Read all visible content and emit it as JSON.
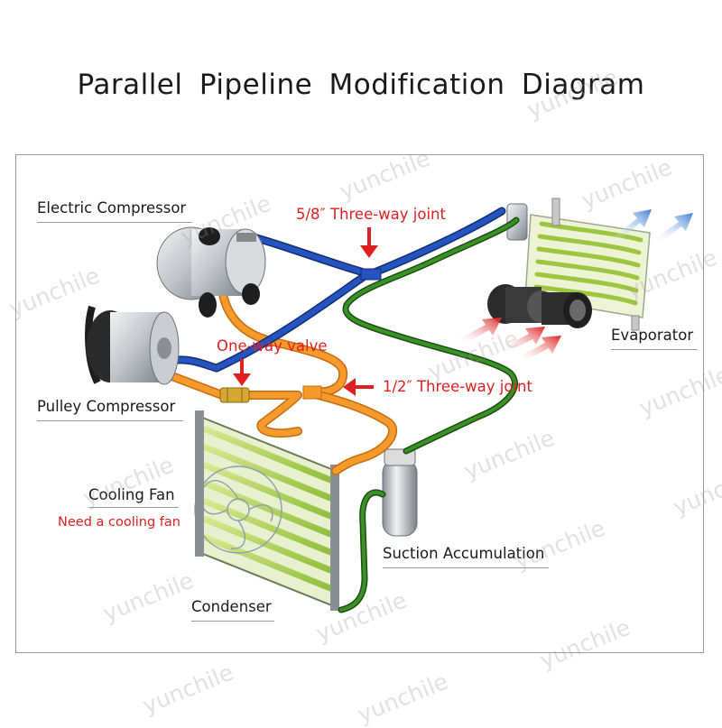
{
  "title": "Parallel Pipeline Modification Diagram",
  "labels": {
    "electric_compressor": "Electric Compressor",
    "three_way_58": "5/8″ Three-way joint",
    "one_way_valve": "One-way valve",
    "three_way_12": "1/2″ Three-way joint",
    "pulley_compressor": "Pulley Compressor",
    "cooling_fan": "Cooling Fan",
    "cooling_fan_note": "Need a cooling fan",
    "evaporator": "Evaporator",
    "suction_accumulation": "Suction Accumulation",
    "condenser": "Condenser"
  },
  "watermark": "yunchile",
  "colors": {
    "low_pressure_pipe": "#1f48a8",
    "high_pressure_pipe": "#f08a1e",
    "return_pipe": "#2f7d1f",
    "annotation_red": "#e02020",
    "airflow_blue": "#3f7fd8",
    "airflow_red": "#e02020"
  }
}
